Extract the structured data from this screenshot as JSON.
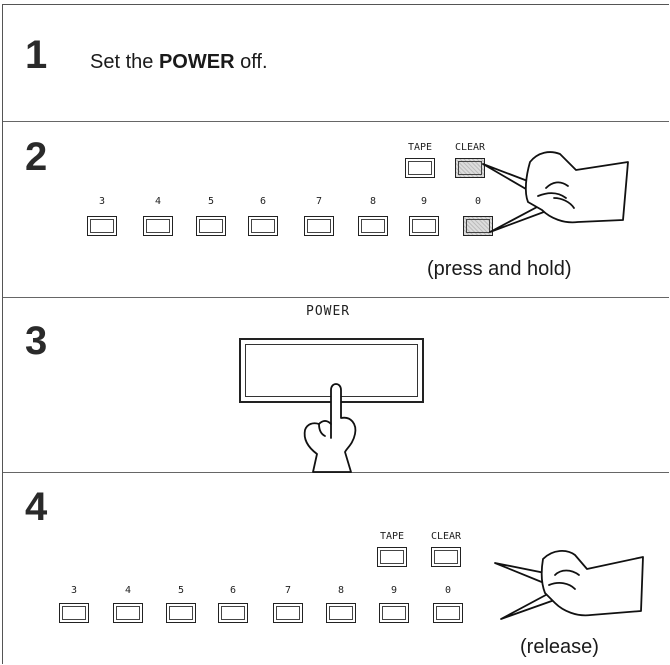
{
  "steps": [
    {
      "number": "1",
      "text_prefix": "Set the",
      "text_bold": "POWER",
      "text_suffix": "off."
    },
    {
      "number": "2",
      "top_keys": [
        "TAPE",
        "CLEAR"
      ],
      "bottom_keys": [
        "3",
        "4",
        "5",
        "6",
        "7",
        "8",
        "9",
        "0"
      ],
      "pressed_keys": [
        "CLEAR",
        "0"
      ],
      "caption": "(press and hold)"
    },
    {
      "number": "3",
      "button_label": "POWER"
    },
    {
      "number": "4",
      "top_keys": [
        "TAPE",
        "CLEAR"
      ],
      "bottom_keys": [
        "3",
        "4",
        "5",
        "6",
        "7",
        "8",
        "9",
        "0"
      ],
      "caption": "(release)"
    }
  ],
  "icons": {
    "step2_hand": "pointing-hand-icon",
    "step3_hand": "pressing-finger-icon",
    "step4_hand": "releasing-hand-icon"
  }
}
